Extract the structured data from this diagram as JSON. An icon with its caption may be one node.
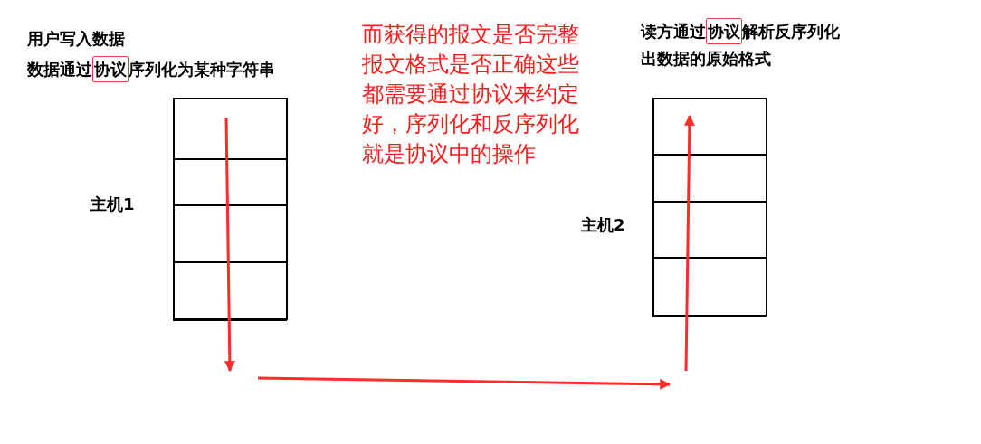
{
  "diagram": {
    "nodes": [
      {
        "text": [],
        "shape": "box",
        "beside": [
          "主机1"
        ]
      },
      {
        "text": [],
        "shape": "box",
        "in": 0
      },
      {
        "text": [],
        "shape": "box",
        "in": 0
      },
      {
        "text": [],
        "shape": "box",
        "in": 0
      },
      {
        "text": [],
        "shape": "box",
        "in": 0
      },
      {
        "text": [],
        "shape": "box",
        "beside": [
          "主机2"
        ]
      },
      {
        "text": [],
        "shape": "box",
        "in": 5
      },
      {
        "text": [],
        "shape": "box",
        "in": 5
      },
      {
        "text": [],
        "shape": "box",
        "in": 5
      },
      {
        "text": [],
        "shape": "box",
        "in": 5
      }
    ],
    "edges": [
      {
        "from": 0,
        "to": null,
        "arrow": "to",
        "color": "#ff2a2a"
      },
      {
        "from": 0,
        "to": 5,
        "arrow": "to",
        "color": "#ff2a2a"
      },
      {
        "from": null,
        "to": 5,
        "arrow": "to",
        "color": "#ff2a2a"
      }
    ],
    "labels": [
      "用户写入数据",
      "数据通过**协议**序列化为某种字符串",
      "而获得的报文是否完整报文格式是否正确这些都需要通过协议来约定好，序列化和反序列化就是协议中的操作",
      "读方通过**协议**解析反序列化出数据的原始格式"
    ]
  }
}
